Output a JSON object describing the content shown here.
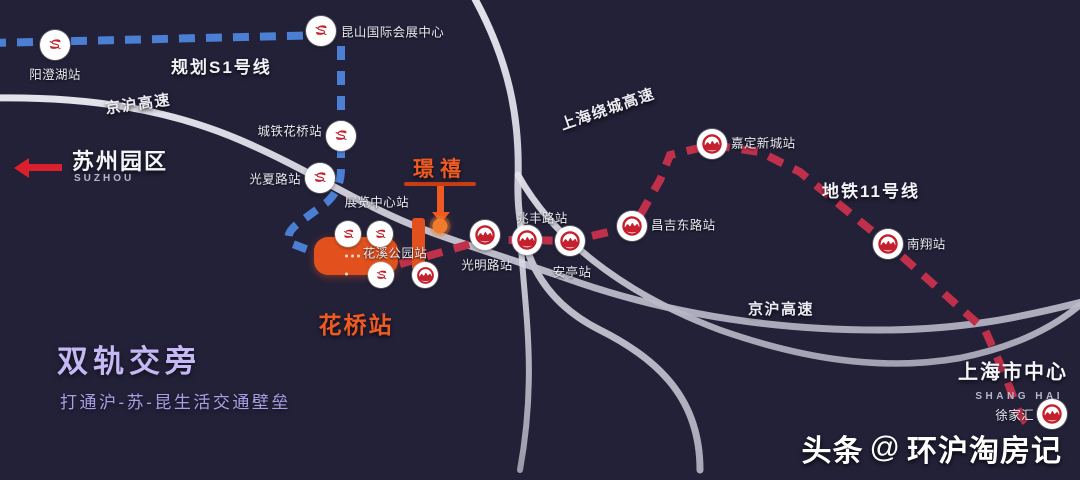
{
  "map": {
    "background_color": "#232138",
    "title_project": "璟禧",
    "watermark": {
      "prefix": "头条",
      "at": "@",
      "account": "环沪淘房记"
    }
  },
  "colors": {
    "background": "#232138",
    "highway": "#c9c8d4",
    "s1_line": "#4a7fd4",
    "metro11_line": "#c0304a",
    "accent_orange": "#ef5a22",
    "suzhou_arrow_red": "#d9202c",
    "slogan_purple": "#c5b8f5",
    "station_logo_red": "#c4202e",
    "label_text": "#e9e9f2"
  },
  "lines": [
    {
      "id": "s1",
      "label": "规划S1号线",
      "color": "#4a7fd4",
      "style": "dashed"
    },
    {
      "id": "metro11",
      "label": "地铁11号线",
      "color": "#c0304a",
      "style": "dashed"
    }
  ],
  "line_labels": {
    "s1": "规划S1号线",
    "metro11": "地铁11号线"
  },
  "highways": [
    {
      "id": "jinghu-west",
      "label": "京沪高速"
    },
    {
      "id": "shanghai-ring",
      "label": "上海绕城高速"
    },
    {
      "id": "jinghu-east",
      "label": "京沪高速"
    }
  ],
  "highway_labels": {
    "jinghu_west": "京沪高速",
    "shanghai_ring": "上海绕城高速",
    "jinghu_east": "京沪高速"
  },
  "stations_s1": [
    {
      "name": "阳澄湖站",
      "icon": "s-rail-icon"
    },
    {
      "name": "昆山国际会展中心",
      "icon": "s-rail-icon"
    },
    {
      "name": "城铁花桥站",
      "icon": "s-rail-icon"
    },
    {
      "name": "光夏路站",
      "icon": "s-rail-icon"
    },
    {
      "name": "展览中心站",
      "icon": "s-rail-icon"
    },
    {
      "name": "花溪公园站",
      "icon": "s-rail-icon"
    }
  ],
  "stations_metro11": [
    {
      "name": "光明路站",
      "icon": "metro-icon"
    },
    {
      "name": "兆丰路站",
      "icon": "metro-icon"
    },
    {
      "name": "安亭站",
      "icon": "metro-icon"
    },
    {
      "name": "昌吉东路站",
      "icon": "metro-icon"
    },
    {
      "name": "嘉定新城站",
      "icon": "metro-icon"
    },
    {
      "name": "南翔站",
      "icon": "metro-icon"
    },
    {
      "name": "徐家汇",
      "icon": "metro-icon"
    }
  ],
  "interchange": {
    "name": "花桥站",
    "icons": [
      "s-rail-icon",
      "metro-icon"
    ],
    "highlight_color": "#e2511d"
  },
  "project_marker": {
    "name": "璟禧",
    "arrow_color": "#ef5a22"
  },
  "direction_suzhou": {
    "name": "苏州园区",
    "pinyin": "SUZHOU",
    "arrow_color": "#d9202c",
    "arrow_direction": "left"
  },
  "direction_shanghai": {
    "name": "上海市中心",
    "pinyin": "SHANG HAI"
  },
  "slogan": {
    "main": "双轨交旁",
    "sub": "打通沪-苏-昆生活交通壁垒"
  }
}
